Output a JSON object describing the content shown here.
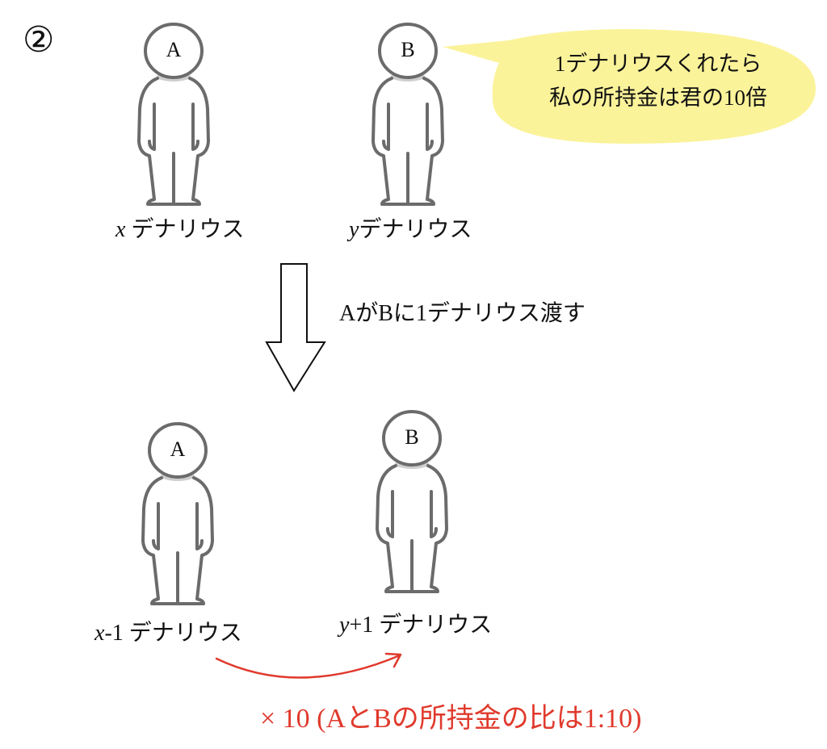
{
  "step_number": "②",
  "before": {
    "person_a": {
      "label": "A",
      "amount_var": "x",
      "amount_suffix": " デナリウス"
    },
    "person_b": {
      "label": "B",
      "amount_var": "y",
      "amount_suffix": "デナリウス"
    },
    "speech_bubble": {
      "line1": "1デナリウスくれたら",
      "line2": "私の所持金は君の10倍",
      "color": "#fbf39a"
    }
  },
  "transition": {
    "arrow_icon": "down-arrow-outline",
    "action_label": "AがBに1デナリウス渡す"
  },
  "after": {
    "person_a": {
      "label": "A",
      "amount_var": "x",
      "amount_suffix": "-1 デナリウス"
    },
    "person_b": {
      "label": "B",
      "amount_var": "y",
      "amount_suffix": "+1 デナリウス"
    },
    "relation": {
      "label": "× 10 (AとBの所持金の比は1:10)",
      "color": "#e0392c"
    }
  }
}
